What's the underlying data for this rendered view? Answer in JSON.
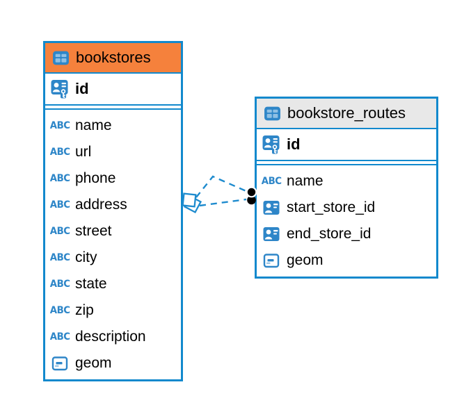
{
  "colors": {
    "table_border": "#1289CD",
    "bookstores_header_bg": "#F5813C",
    "routes_header_bg": "#E8E8E8",
    "icon_blue": "#2E86C8",
    "icon_blue_light": "#8FC0E4",
    "relation_line": "#1E8BCE",
    "text": "#000000"
  },
  "icons": {
    "abc_label": "ABC"
  },
  "tables": [
    {
      "title": "bookstores",
      "key_columns": [
        {
          "name": "id"
        }
      ],
      "columns": [
        {
          "name": "name"
        },
        {
          "name": "url"
        },
        {
          "name": "phone"
        },
        {
          "name": "address"
        },
        {
          "name": "street"
        },
        {
          "name": "city"
        },
        {
          "name": "state"
        },
        {
          "name": "zip"
        },
        {
          "name": "description"
        },
        {
          "name": "geom"
        }
      ]
    },
    {
      "title": "bookstore_routes",
      "key_columns": [
        {
          "name": "id"
        }
      ],
      "columns": [
        {
          "name": "name"
        },
        {
          "name": "start_store_id"
        },
        {
          "name": "end_store_id"
        },
        {
          "name": "geom"
        }
      ]
    }
  ],
  "relations": [
    {
      "from_table": "bookstore_routes",
      "to_table": "bookstores",
      "style": "dashed"
    },
    {
      "from_table": "bookstore_routes",
      "to_table": "bookstores",
      "style": "dashed"
    }
  ]
}
